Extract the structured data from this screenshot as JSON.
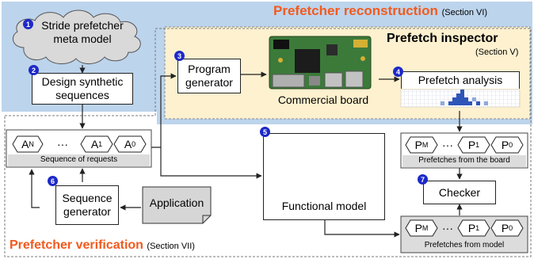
{
  "titles": {
    "reconstruction": "Prefetcher reconstruction",
    "reconstruction_section": "(Section VI)",
    "inspector": "Prefetch inspector",
    "inspector_section": "(Section V)",
    "verification": "Prefetcher verification",
    "verification_section": "(Section VII)"
  },
  "nodes": {
    "meta_model": "Stride prefetcher meta model",
    "design_sequences": "Design synthetic sequences",
    "program_generator": "Program generator",
    "commercial_board": "Commercial board",
    "prefetch_analysis": "Prefetch analysis",
    "functional_model": "Functional model",
    "sequence_generator": "Sequence generator",
    "application": "Application",
    "checker": "Checker"
  },
  "step_numbers": [
    "1",
    "2",
    "3",
    "4",
    "5",
    "6",
    "7"
  ],
  "sequence_requests": {
    "caption": "Sequence of requests",
    "chips": [
      {
        "base": "A",
        "sub": "N"
      },
      {
        "base": "A",
        "sub": "1"
      },
      {
        "base": "A",
        "sub": "0"
      }
    ],
    "ellipsis": "···"
  },
  "prefetches_board": {
    "caption": "Prefetches from the board",
    "chips": [
      {
        "base": "P",
        "sub": "M"
      },
      {
        "base": "P",
        "sub": "1"
      },
      {
        "base": "P",
        "sub": "0"
      }
    ],
    "ellipsis": "···"
  },
  "prefetches_model": {
    "caption": "Prefetches from model",
    "chips": [
      {
        "base": "P",
        "sub": "M"
      },
      {
        "base": "P",
        "sub": "1"
      },
      {
        "base": "P",
        "sub": "0"
      }
    ],
    "ellipsis": "···"
  },
  "colors": {
    "reconstruction_bg": "#bcd4ec",
    "inspector_bg": "#fdf1cf",
    "accent_orange": "#f25a1e",
    "step_blue": "#1d29c8",
    "chip_gray": "#dcdcdc",
    "board_green": "#3c7a3a"
  }
}
